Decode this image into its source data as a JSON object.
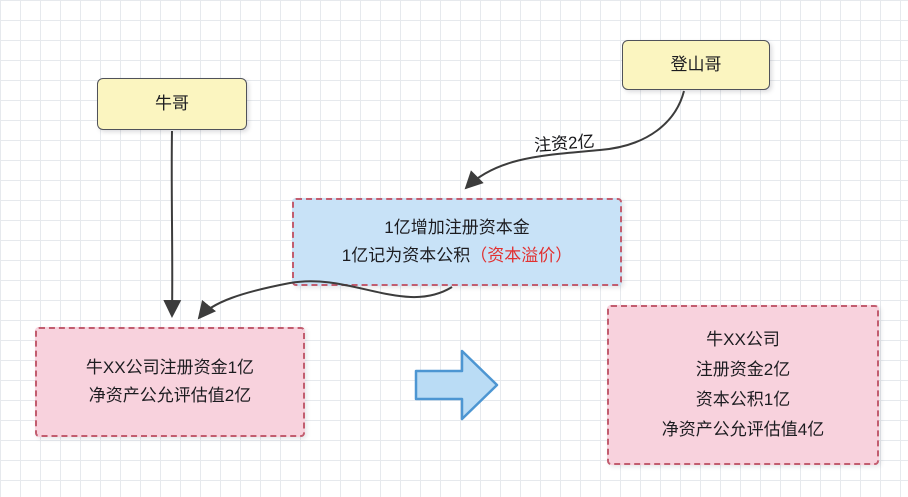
{
  "nodes": {
    "niu_ge": {
      "label": "牛哥"
    },
    "deng_shan_ge": {
      "label": "登山哥"
    },
    "capital_split": {
      "line1": "1亿增加注册资本金",
      "line2": "1亿记为资本公积",
      "line2_highlight": "（资本溢价）"
    },
    "company_before": {
      "line1": "牛XX公司注册资金1亿",
      "line2": "净资产公允评估值2亿"
    },
    "company_after": {
      "line1": "牛XX公司",
      "line2": "注册资金2亿",
      "line3": "资本公积1亿",
      "line4": "净资产公允评估值4亿"
    }
  },
  "edges": {
    "investment_label": "注资2亿"
  },
  "icons": {
    "transform_arrow": "right-block-arrow"
  },
  "colors": {
    "yellow_fill": "#fbf5c0",
    "blue_fill": "#c8e2f7",
    "pink_fill": "#f8d2dd",
    "dashed_border": "#c25d6f",
    "solid_border": "#50525a",
    "arrow_stroke": "#3c3c3c",
    "highlight_text": "#e23030",
    "big_arrow_fill": "#badcf5",
    "big_arrow_stroke": "#4d96d2"
  }
}
